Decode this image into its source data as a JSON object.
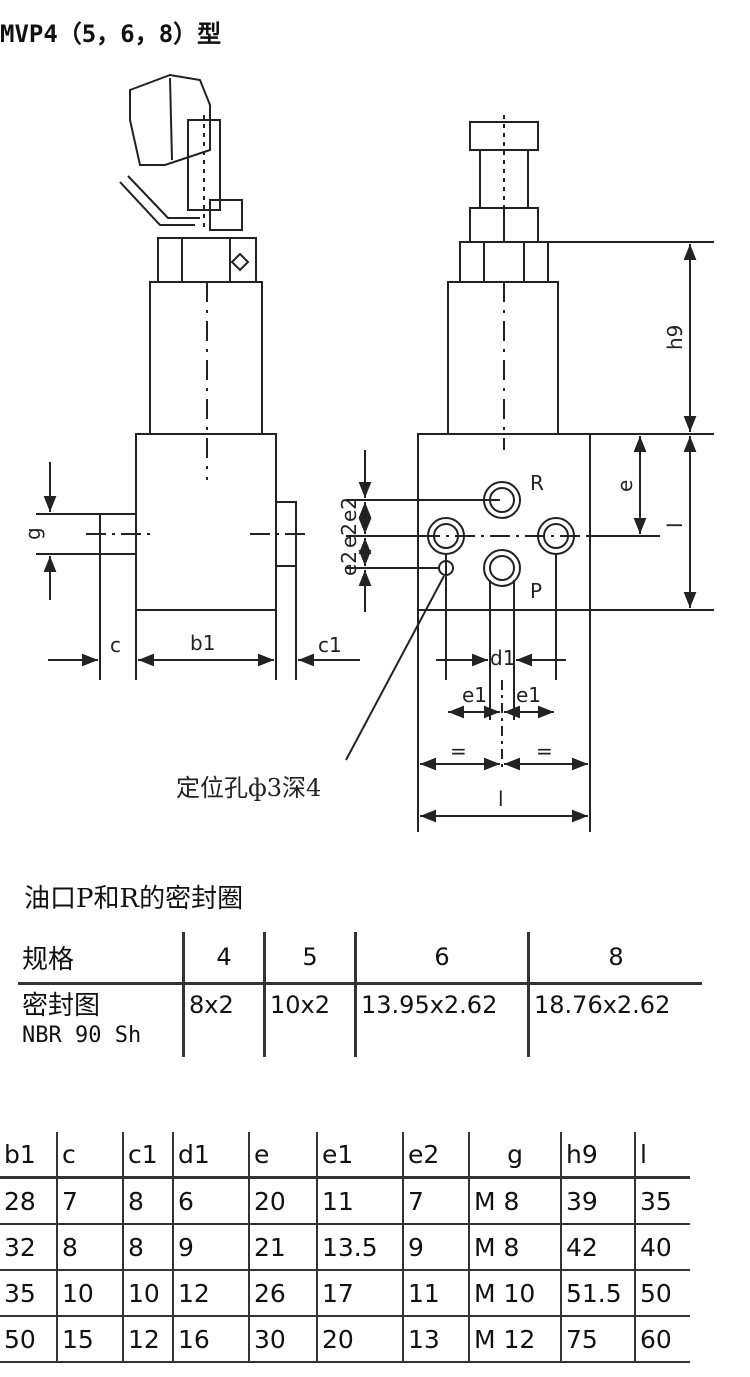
{
  "title": "MVP4（5，6，8）型",
  "diagram": {
    "labels": {
      "g": "g",
      "c": "c",
      "b1": "b1",
      "c1": "c1",
      "R": "R",
      "P": "P",
      "e2a": "e2",
      "e2b": "e2",
      "e2c": "e2",
      "h9": "h9",
      "e": "e",
      "l_side": "l",
      "d1": "d1",
      "e1_left": "e1",
      "e1_right": "e1",
      "eq_left": "=",
      "eq_right": "=",
      "l_bottom": "l"
    },
    "callout": "定位孔ф3深4"
  },
  "seal_table": {
    "title": "油口P和R的密封圈",
    "header": [
      "规格",
      "4",
      "5",
      "6",
      "8"
    ],
    "row_label_line1": "密封图",
    "row_label_line2": "NBR 90 Sh",
    "values": [
      "8x2",
      "10x2",
      "13.95x2.62",
      "18.76x2.62"
    ]
  },
  "dim_table": {
    "headers": [
      "b1",
      "c",
      "c1",
      "d1",
      "e",
      "e1",
      "e2",
      "g",
      "h9",
      "l"
    ],
    "rows": [
      [
        "28",
        "7",
        "8",
        "6",
        "20",
        "11",
        "7",
        "M 8",
        "39",
        "35"
      ],
      [
        "32",
        "8",
        "8",
        "9",
        "21",
        "13.5",
        "9",
        "M 8",
        "42",
        "40"
      ],
      [
        "35",
        "10",
        "10",
        "12",
        "26",
        "17",
        "11",
        "M 10",
        "51.5",
        "50"
      ],
      [
        "50",
        "15",
        "12",
        "16",
        "30",
        "20",
        "13",
        "M 12",
        "75",
        "60"
      ]
    ]
  }
}
